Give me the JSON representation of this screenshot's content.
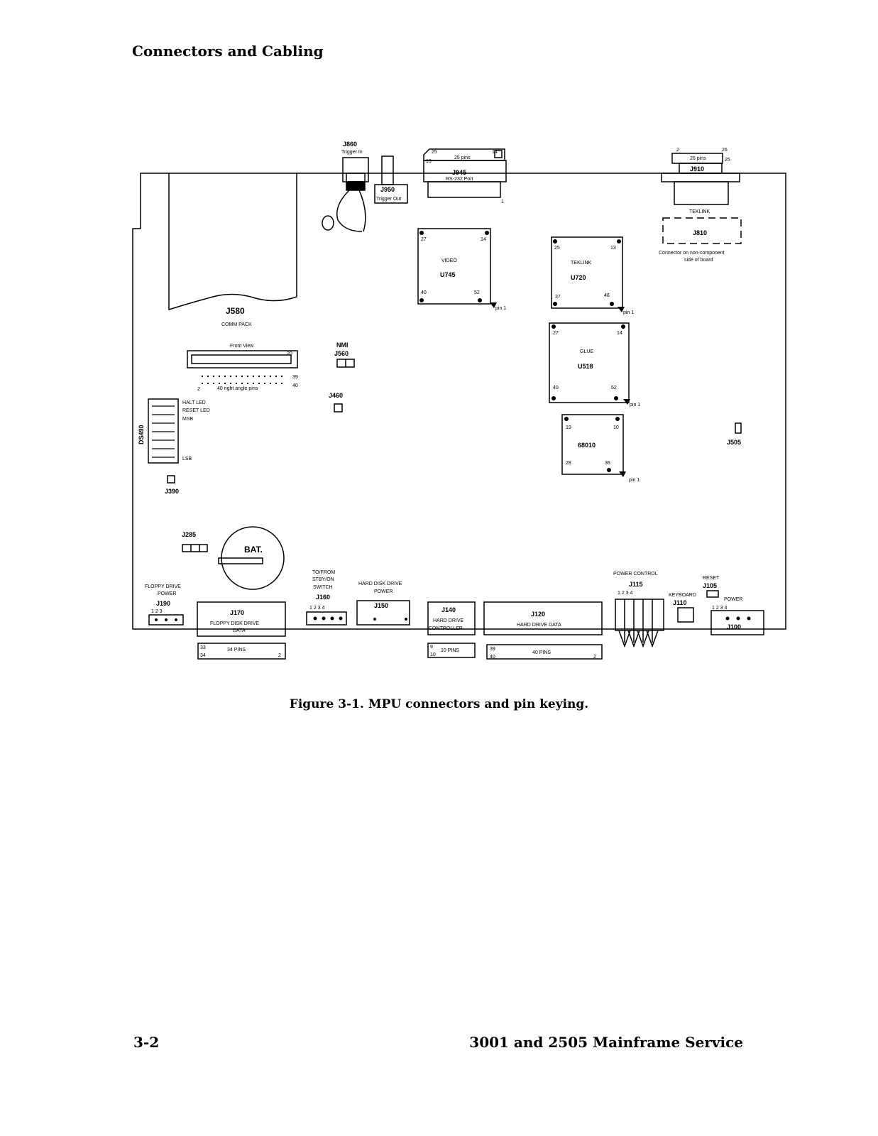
{
  "header": {
    "section_title": "Connectors and Cabling"
  },
  "figure": {
    "caption": "Figure 3-1.  MPU connectors and pin keying."
  },
  "footer": {
    "page_number": "3-2",
    "document_title": "3001 and 2505 Mainframe Service"
  },
  "labels": {
    "j860": "J860",
    "trigger_in": "Trigger In",
    "j950": "J950",
    "trigger_out": "Trigger Out",
    "j945": "J945",
    "rs232": "RS-232 Port",
    "pins25": "25 pins",
    "p25": "25",
    "p14": "14",
    "p13": "13",
    "p1": "1",
    "j910": "J910",
    "pins26": "26 pins",
    "p2": "2",
    "p26": "26",
    "teklink": "TEKLINK",
    "j810": "J810",
    "non_comp1": "Connector on non-component",
    "non_comp2": "side of board",
    "j580": "J580",
    "comm_pack": "COMM PACK",
    "front_view": "Front View",
    "p20": "20",
    "p39": "39",
    "p40": "40",
    "right_angle": "40 right angle pins",
    "nmi": "NMI",
    "j560": "J560",
    "j460": "J460",
    "video": "VIDEO",
    "u745": "U745",
    "p27": "27",
    "p52": "52",
    "pin1": "pin 1",
    "u720": "U720",
    "p37": "37",
    "p48": "48",
    "glue": "GLUE",
    "u518": "U518",
    "cpu68010": "68010",
    "p19": "19",
    "p10": "10",
    "p28": "28",
    "p36": "36",
    "j505": "J505",
    "halt_led": "HALT LED",
    "reset_led": "RESET LED",
    "msb": "MSB",
    "lsb": "LSB",
    "ds490": "DS490",
    "j390": "J390",
    "j285": "J285",
    "bat": "BAT.",
    "floppy_power1": "FLOPPY  DRIVE",
    "floppy_power2": "POWER",
    "j190": "J190",
    "pins123": "1   2   3",
    "j170": "J170",
    "floppy_data1": "FLOPPY DISK DRIVE",
    "floppy_data2": "DATA",
    "p33": "33",
    "p34": "34",
    "pins34": "34 PINS",
    "tofrom1": "TO/FROM",
    "tofrom2": "STBY/ON",
    "tofrom3": "SWITCH",
    "j160": "J160",
    "pins1234": "1   2   3   4",
    "hdd_power1": "HARD DISK DRIVE",
    "hdd_power2": "POWER",
    "j150": "J150",
    "j140": "J140",
    "hdc1": "HARD DRIVE",
    "hdc2": "CONTROLLER",
    "p9": "9",
    "pins10": "10 PINS",
    "j120": "J120",
    "hd_data": "HARD DRIVE DATA",
    "pins40": "40 PINS",
    "power_control": "POWER CONTROL",
    "j115": "J115",
    "reset": "RESET",
    "j105": "J105",
    "keyboard": "KEYBOARD",
    "j110": "J110",
    "power": "POWER",
    "j100": "J100",
    "p3": "3",
    "p4": "4"
  }
}
